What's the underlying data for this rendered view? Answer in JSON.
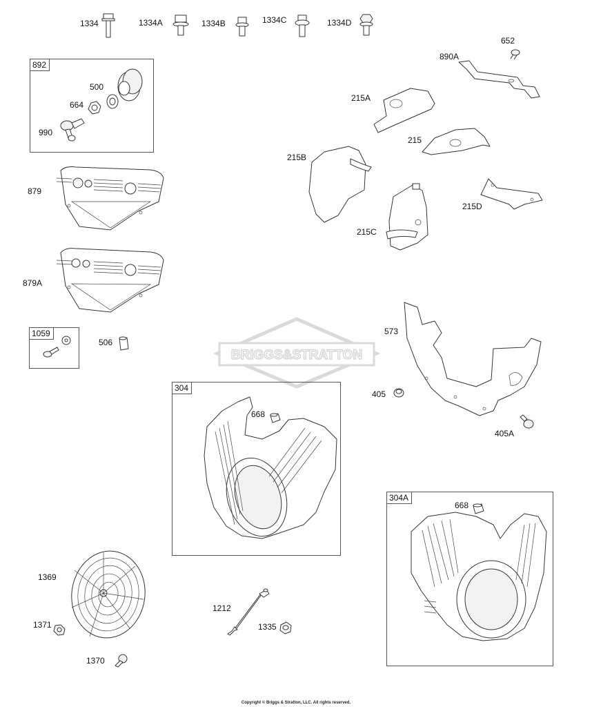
{
  "watermark": {
    "text": "BRIGGS&STRATTON",
    "color": "#d9d9d9"
  },
  "copyright": "Copyright © Briggs & Stratton, LLC. All rights reserved.",
  "labels": {
    "p1334": "1334",
    "p1334A": "1334A",
    "p1334B": "1334B",
    "p1334C": "1334C",
    "p1334D": "1334D",
    "p652": "652",
    "p890A": "890A",
    "p500": "500",
    "p664": "664",
    "p990": "990",
    "p215A": "215A",
    "p215": "215",
    "p215B": "215B",
    "p215C": "215C",
    "p215D": "215D",
    "p879": "879",
    "p879A": "879A",
    "p506": "506",
    "p573": "573",
    "p405": "405",
    "p405A": "405A",
    "p668a": "668",
    "p668b": "668",
    "p1369": "1369",
    "p1371": "1371",
    "p1370": "1370",
    "p1212": "1212",
    "p1335": "1335"
  },
  "boxes": {
    "b892": "892",
    "b1059": "1059",
    "b304": "304",
    "b304A": "304A"
  }
}
